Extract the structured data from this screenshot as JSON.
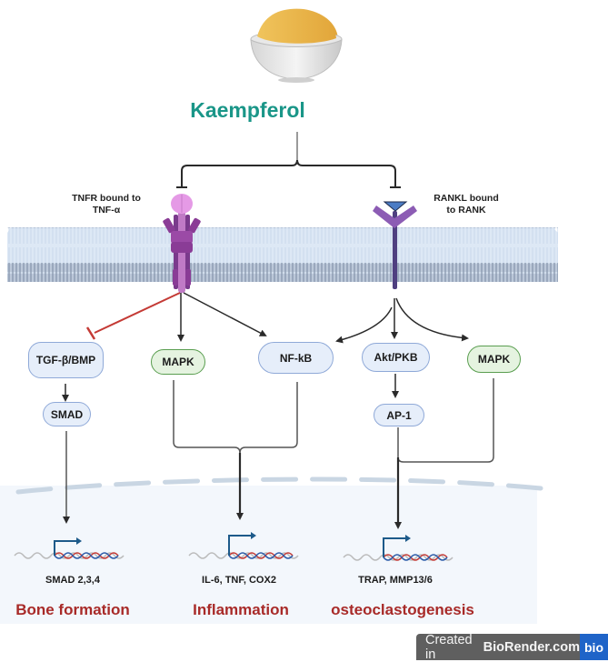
{
  "compound": {
    "name": "Kaempferol",
    "icon": "bowl-of-powder-icon"
  },
  "receptors": [
    {
      "id": "tnfr",
      "label": "TNFR bound to\nTNF-α",
      "label_line1": "TNFR bound to",
      "label_line2": "TNF-α",
      "inhibited_by_compound": true
    },
    {
      "id": "rank",
      "label": "RANKL bound\nto RANK",
      "label_line1": "RANKL bound",
      "label_line2": "to RANK",
      "inhibited_by_compound": true
    }
  ],
  "nodes": {
    "tgf": "TGF-β/BMP",
    "smad": "SMAD",
    "mapk_left": "MAPK",
    "nfkb": "NF-kB",
    "akt": "Akt/PKB",
    "ap1": "AP-1",
    "mapk_right": "MAPK"
  },
  "edges": [
    {
      "from": "TNFR",
      "to": "TGF-β/BMP",
      "type": "inhibition",
      "color": "#c43a35"
    },
    {
      "from": "TNFR",
      "to": "MAPK",
      "type": "activation"
    },
    {
      "from": "TNFR",
      "to": "NF-kB",
      "type": "activation"
    },
    {
      "from": "RANK",
      "to": "NF-kB",
      "type": "activation"
    },
    {
      "from": "RANK",
      "to": "Akt/PKB",
      "type": "activation"
    },
    {
      "from": "RANK",
      "to": "MAPK",
      "type": "activation"
    },
    {
      "from": "TGF-β/BMP",
      "to": "SMAD",
      "type": "activation"
    },
    {
      "from": "Akt/PKB",
      "to": "AP-1",
      "type": "activation"
    },
    {
      "from": "SMAD",
      "to": "SMAD 2,3,4",
      "type": "activation"
    },
    {
      "from": "MAPK + NF-kB",
      "to": "IL-6, TNF, COX2",
      "type": "activation"
    },
    {
      "from": "AP-1 + MAPK",
      "to": "TRAP, MMP13/6",
      "type": "activation"
    }
  ],
  "genes": {
    "left": "SMAD 2,3,4",
    "middle": "IL-6, TNF, COX2",
    "right": "TRAP, MMP13/6"
  },
  "outcomes": {
    "left": "Bone formation",
    "middle": "Inflammation",
    "right": "osteoclastogenesis"
  },
  "colors": {
    "title": "#1a9688",
    "outcome": "#a82a28",
    "inhibition_red": "#c43a35",
    "node_blue_border": "#8fa9d8",
    "node_blue_fill": "#e6eefa",
    "node_green_border": "#5a9e50",
    "node_green_fill": "#e5f3e0",
    "tnfr_purple": "#7a3a8c",
    "rank_purple": "#8c5cb4",
    "rankl_blue": "#4c7cc4"
  },
  "watermark": {
    "prefix": "Created in",
    "brand": "BioRender.com",
    "logo": "bio"
  }
}
